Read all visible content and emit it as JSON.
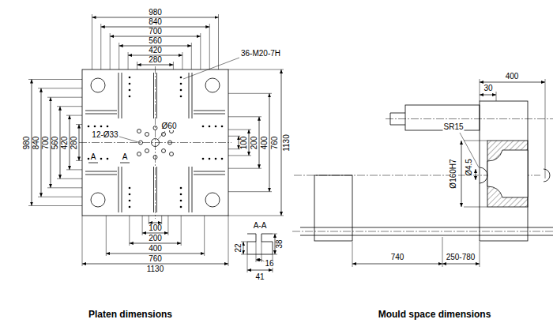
{
  "diagram": {
    "labels": [
      "980",
      "840",
      "700",
      "560",
      "420",
      "280",
      "36-M20-7H",
      "Ø60",
      "12-Ø33",
      "A",
      "A",
      "980",
      "840",
      "700",
      "560",
      "420",
      "280",
      "100",
      "200",
      "400",
      "760",
      "1130",
      "100",
      "200",
      "400",
      "760",
      "1130",
      "A-A",
      "22",
      "38",
      "16",
      "41",
      "400",
      "30",
      "SR15",
      "Ø160H7",
      "Ø4.5",
      "740",
      "250-780",
      "Platen dimensions",
      "Mould space dimensions"
    ]
  }
}
